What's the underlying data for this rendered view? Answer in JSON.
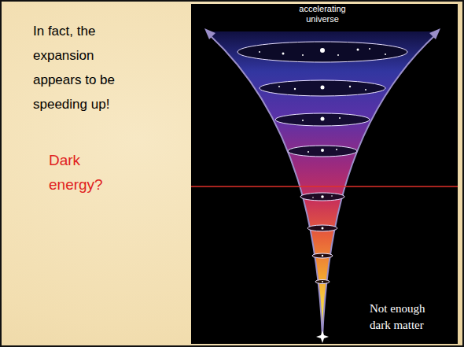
{
  "diagram": {
    "labels": [
      "In fact, the expansion appears to be speeding up!",
      "Dark energy?",
      "accelerating universe",
      "Not enough dark matter"
    ]
  }
}
